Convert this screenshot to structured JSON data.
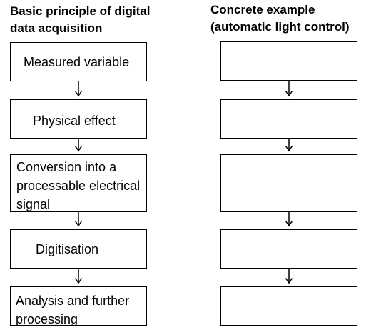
{
  "headings": {
    "left": "Basic principle of digital\ndata acquisition",
    "right": "Concrete example\n(automatic light control)"
  },
  "left_steps": [
    "Measured variable",
    "Physical effect",
    "Conversion into a\nprocessable electrical\nsignal",
    "Digitisation",
    "Analysis and further\nprocessing"
  ],
  "right_steps": [
    "",
    "",
    "",
    "",
    ""
  ]
}
